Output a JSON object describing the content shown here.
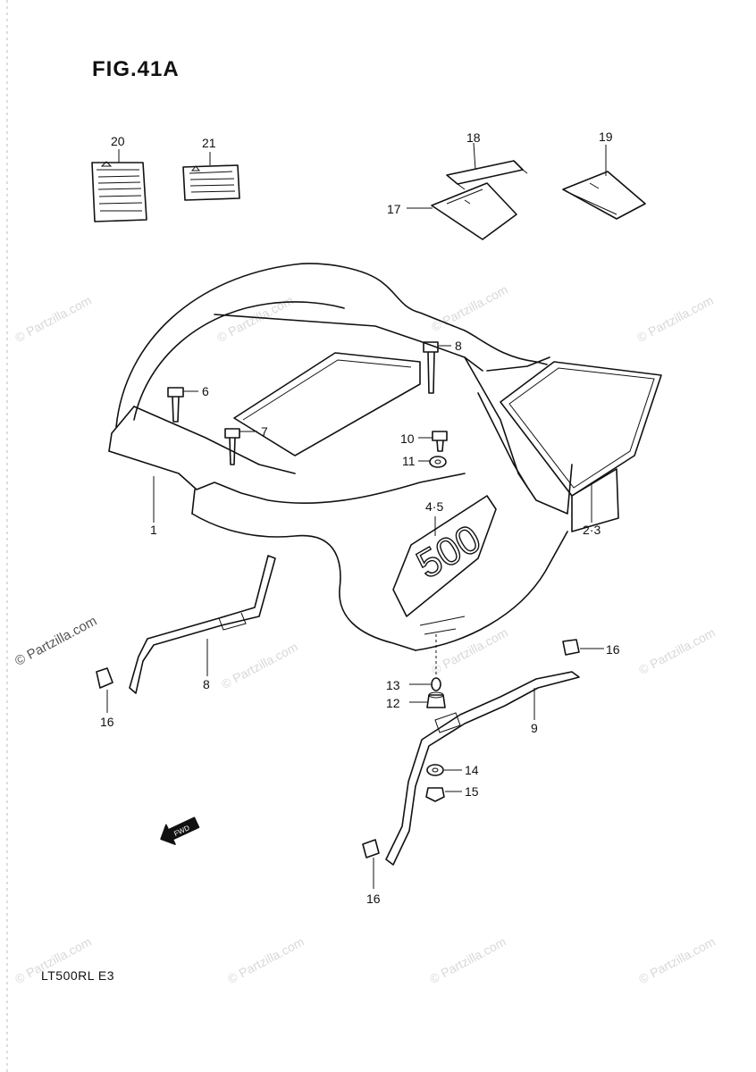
{
  "figure": {
    "title": "FIG.41A",
    "footer": "LT500RL  E3"
  },
  "callouts": {
    "c1": "1",
    "c23": "2·3",
    "c45": "4·5",
    "c6": "6",
    "c7": "7",
    "c8a": "8",
    "c8b": "8",
    "c9": "9",
    "c10": "10",
    "c11": "11",
    "c12": "12",
    "c13": "13",
    "c14": "14",
    "c15": "15",
    "c16a": "16",
    "c16b": "16",
    "c16c": "16",
    "c17": "17",
    "c18": "18",
    "c19": "19",
    "c20": "20",
    "c21": "21"
  },
  "watermark": {
    "text": "© Partzilla.com"
  },
  "arrow_label": "FWD",
  "fender_number": "500"
}
